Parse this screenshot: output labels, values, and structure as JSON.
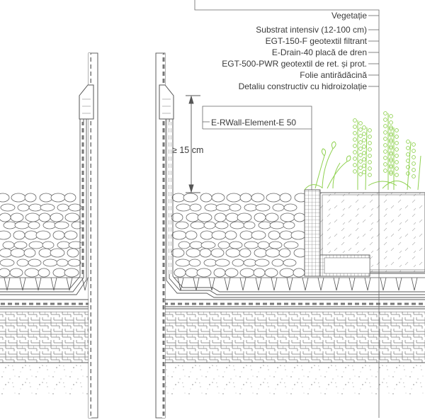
{
  "labels": [
    "Vegetație",
    "Substrat intensiv (12-100 cm)",
    "EGT-150-F geotextil filtrant",
    "E-Drain-40 placă de dren",
    "EGT-500-PWR geotextil de ret. și prot.",
    "Folie antirădăcină",
    "Detaliu constructiv cu hidroizolație"
  ],
  "wall_label": "E-RWall-Element-E 50",
  "dimension_label": "≥ 15 cm",
  "colors": {
    "line": "#555555",
    "vegetation": "#8fd14f",
    "text": "#3a3a3a"
  }
}
